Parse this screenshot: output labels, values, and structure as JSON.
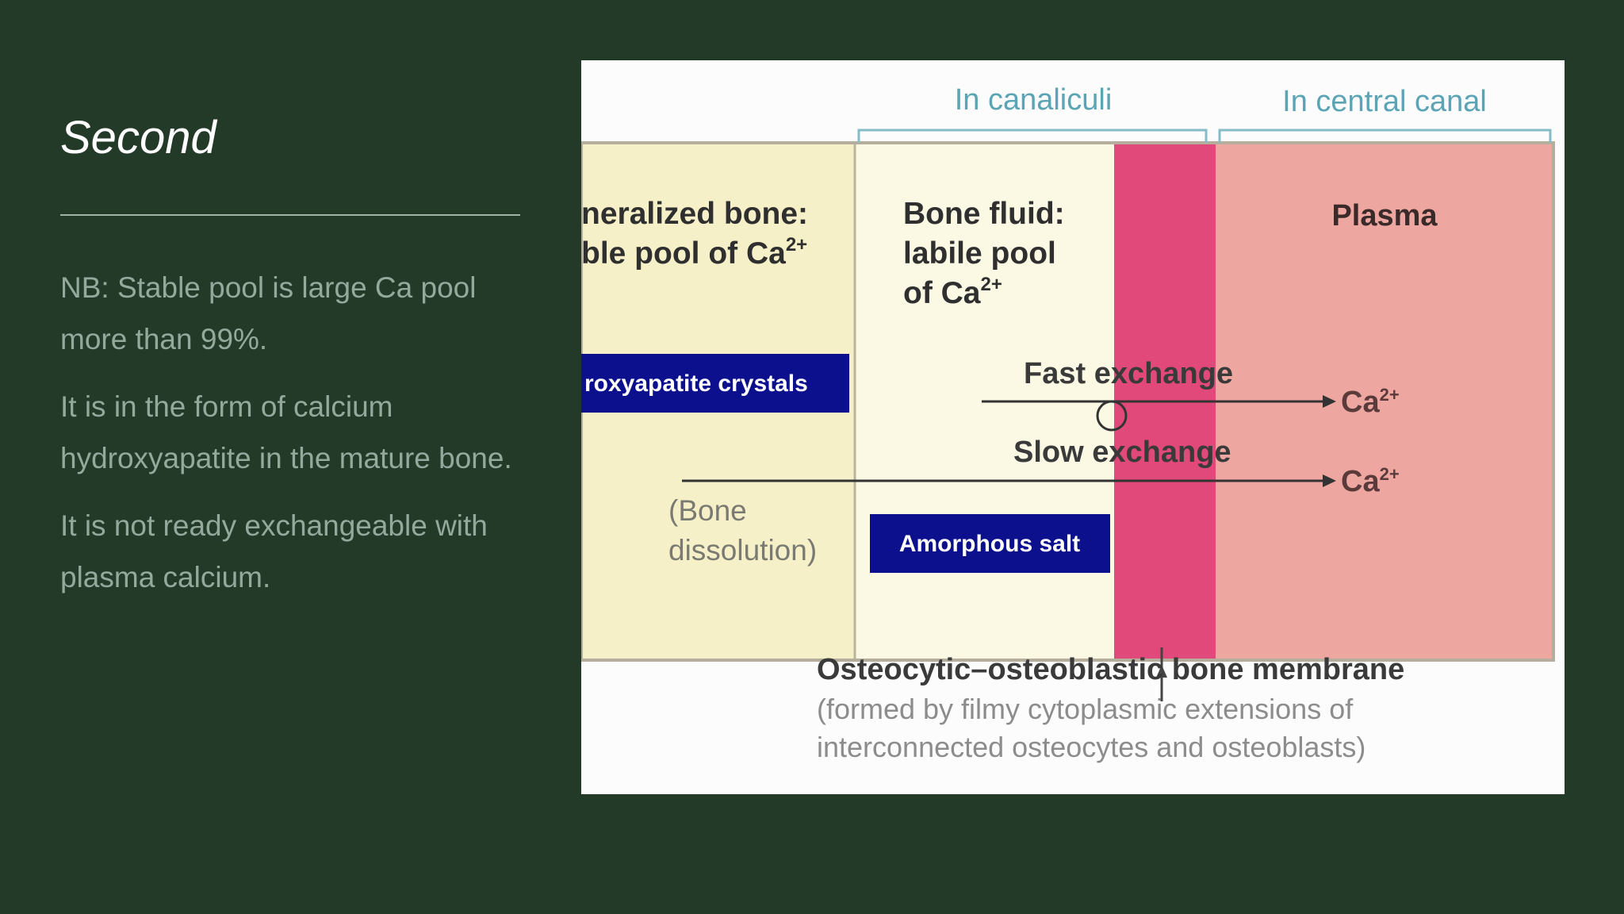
{
  "slide": {
    "title": "Second",
    "paragraphs": [
      "NB: Stable pool is large Ca pool more than 99%.",
      "It is in the form of calcium hydroxyapatite in the mature bone.",
      "It is not ready exchangeable with plasma calcium."
    ]
  },
  "diagram": {
    "header_canaliculi": "In canaliculi",
    "header_central_canal": "In central canal",
    "mineralized_line1": "neralized bone:",
    "mineralized_line2": "ble pool of Ca",
    "mineralized_sup": "2+",
    "bone_fluid_line1": "Bone fluid:",
    "bone_fluid_line2": "labile pool",
    "bone_fluid_line3": "of Ca",
    "bone_fluid_sup": "2+",
    "plasma": "Plasma",
    "hydroxyapatite_box": "roxyapatite crystals",
    "amorphous_box": "Amorphous salt",
    "fast_exchange": "Fast exchange",
    "slow_exchange": "Slow exchange",
    "ca_label": "Ca",
    "ca_sup": "2+",
    "bone_dissolution_line1": "(Bone",
    "bone_dissolution_line2": "dissolution)",
    "membrane_title": "Osteocytic–osteoblastic bone membrane",
    "membrane_note_line1": "(formed by filmy cytoplasmic extensions of",
    "membrane_note_line2": "interconnected osteocytes and osteoblasts)",
    "colors": {
      "background": "#233a29",
      "mineral_zone": "#f6f0c9",
      "fluid_zone": "#fbf8e4",
      "membrane": "#e0497a",
      "plasma_zone": "#eea6a0",
      "blue_box": "#0c108c",
      "header_text": "#5aa4b5"
    }
  }
}
